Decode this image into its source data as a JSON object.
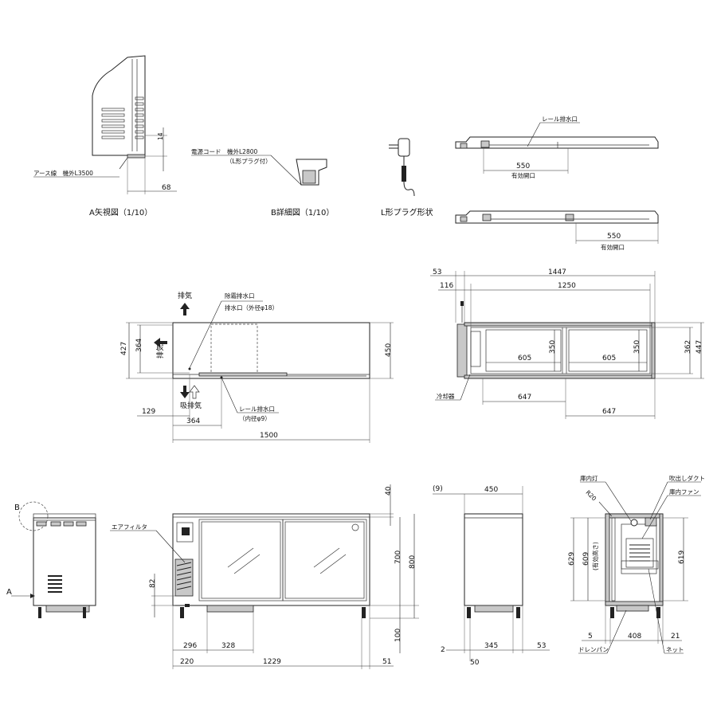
{
  "views": {
    "a_view": {
      "caption": "A矢視図（1/10）",
      "earth": "アース線　機外L3500",
      "dim_14": "14",
      "dim_68": "68"
    },
    "b_detail": {
      "caption": "B詳細図（1/10）",
      "cord": "電源コード　機外L2800",
      "plug": "（L形プラグ付）"
    },
    "plug_shape": {
      "caption": "L形プラグ形状"
    },
    "top_drain": {
      "label": "レール排水口",
      "dim_550": "550",
      "eff_label": "有効開口"
    },
    "bottom_drain": {
      "dim_550": "550",
      "eff_label": "有効開口"
    },
    "plan_left": {
      "exhaust_top": "排気",
      "exhaust_side": "排気",
      "intake_exhaust": "吸排気",
      "drain_label": "除霜排水口",
      "drain_size": "排水口（外径φ18）",
      "rail_drain": "レール排水口",
      "rail_size": "（内径φ9）",
      "d427": "427",
      "d364v": "364",
      "d450": "450",
      "d129": "129",
      "d364h": "364",
      "d1500": "1500"
    },
    "plan_right": {
      "d53": "53",
      "d1447": "1447",
      "d116": "116",
      "d1250": "1250",
      "d605a": "605",
      "d605b": "605",
      "d350a": "350",
      "d350b": "350",
      "d362": "362",
      "d447": "447",
      "d647a": "647",
      "d647b": "647",
      "cooler": "冷却器"
    },
    "side_left": {
      "mark_b": "B",
      "mark_a": "A"
    },
    "front": {
      "filter": "エアフィルタ",
      "d82": "82",
      "d40": "40",
      "d700": "700",
      "d800": "800",
      "d100": "100",
      "d296": "296",
      "d328": "328",
      "d220": "220",
      "d1229": "1229",
      "d51": "51"
    },
    "side_mid": {
      "d9": "(9)",
      "d450": "450",
      "d2": "2",
      "d345": "345",
      "d53": "53",
      "d50": "50"
    },
    "section": {
      "lamp": "庫内灯",
      "duct": "吹出しダクト",
      "fan": "庫内ファン",
      "r20": "R20",
      "d629": "629",
      "d609": "609",
      "eff_h": "(有効高さ)",
      "d619": "619",
      "d5": "5",
      "d408": "408",
      "d21": "21",
      "drain_pan": "ドレンパン",
      "net": "ネット"
    }
  }
}
